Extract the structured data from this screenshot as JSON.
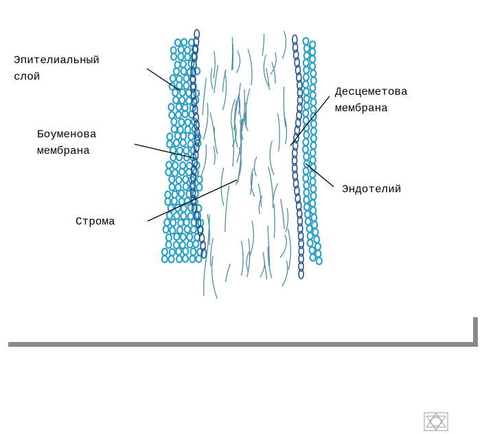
{
  "labels": {
    "epithelium": [
      "Эпителиальный",
      "слой"
    ],
    "bowman": [
      "Боуменова",
      "мембрана"
    ],
    "stroma": [
      "Строма"
    ],
    "descemet": [
      "Десцеметова",
      "мембрана"
    ],
    "endothelium": [
      "Эндотелий"
    ]
  },
  "colors": {
    "epithelium_cells": "#2aa0c8",
    "membrane_cells": "#1f4f86",
    "stroma_fibers": "#4a8ea8",
    "leader_lines": "#000000",
    "divider": "#8a8a8a"
  },
  "icons": {
    "navigation": "hexagram-frame-icon"
  }
}
